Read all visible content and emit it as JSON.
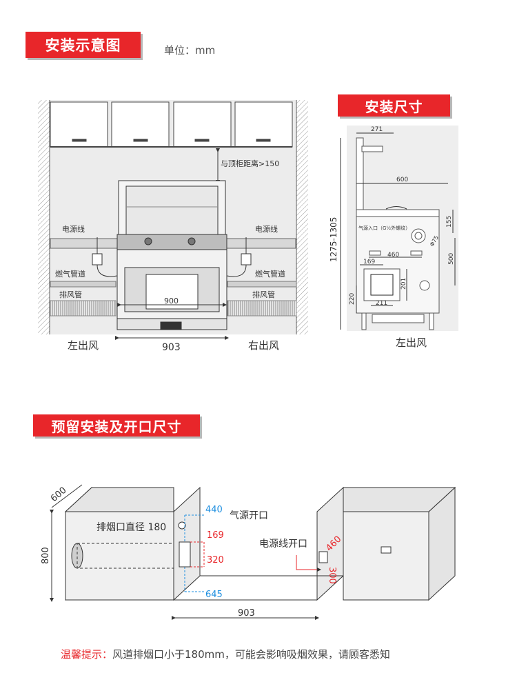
{
  "section1": {
    "title": "安装示意图",
    "unit": "单位：mm"
  },
  "section2": {
    "title": "安装尺寸"
  },
  "section3": {
    "title": "预留安装及开口尺寸"
  },
  "left_diagram": {
    "top_gap": "与顶柜距离>150",
    "power_left": "电源线",
    "power_right": "电源线",
    "gas_left": "燃气管道",
    "gas_right": "燃气管道",
    "exhaust_left": "排风管",
    "exhaust_right": "排风管",
    "inner_width": "900",
    "outer_width": "903",
    "left_outlet": "左出风",
    "right_outlet": "右出风"
  },
  "right_diagram": {
    "d271": "271",
    "d600": "600",
    "height": "1275-1305",
    "d155": "155",
    "gas_inlet": "气源入口（G½外螺纹）",
    "d460": "460",
    "d169": "169",
    "d500": "500",
    "d201": "201",
    "d220": "220",
    "d211": "211",
    "d75": "Φ75",
    "outlet": "左出风"
  },
  "bottom_diagram": {
    "depth": "600",
    "height": "800",
    "chimney": "排烟口直径 180",
    "d440": "440",
    "gas_opening": "气源开口",
    "d169": "169",
    "d320": "320",
    "d645": "645",
    "power_opening": "电源线开口",
    "d460": "460",
    "d300": "300",
    "width": "903"
  },
  "tip": {
    "label": "温馨提示：",
    "text": "风道排烟口小于180mm，可能会影响吸烟效果，请顾客悉知"
  },
  "colors": {
    "accent": "#e8262a",
    "blue": "#1e8fe0",
    "line": "#333333"
  }
}
